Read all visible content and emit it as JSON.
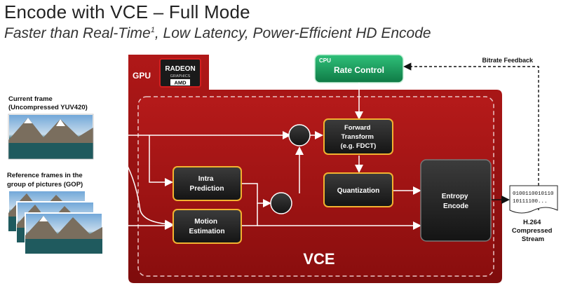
{
  "title": "Encode with VCE – Full Mode",
  "subtitle": {
    "text": "Faster than Real-Time",
    "sup": "1",
    "rest": ", Low Latency, Power-Efficient  HD Encode"
  },
  "gpu_label": "GPU",
  "vce_label": "VCE",
  "logo": {
    "line1": "RADEON",
    "line2": "GRAPHICS",
    "line3": "AMD"
  },
  "cpu": {
    "label": "CPU",
    "title": "Rate Control"
  },
  "bitrate_feedback": "Bitrate Feedback",
  "inputs": {
    "current_frame": [
      "Current frame",
      "(Uncompressed YUV420)"
    ],
    "reference_frames": [
      "Reference frames in the",
      "group of pictures (GOP)"
    ]
  },
  "blocks": {
    "intra": [
      "Intra",
      "Prediction"
    ],
    "motion": [
      "Motion",
      "Estimation"
    ],
    "forward": [
      "Forward",
      "Transform",
      "(e.g. FDCT)"
    ],
    "quant": [
      "Quantization"
    ],
    "entropy": [
      "Entropy",
      "Encode"
    ]
  },
  "output": {
    "bits": [
      "0100110010110",
      "10111100..."
    ],
    "caption": [
      "H.264",
      "Compressed",
      "Stream"
    ]
  },
  "colors": {
    "gpu_red": "#a31212",
    "block_border": "#f2b230",
    "cpu_green": "#1a9a5a"
  }
}
